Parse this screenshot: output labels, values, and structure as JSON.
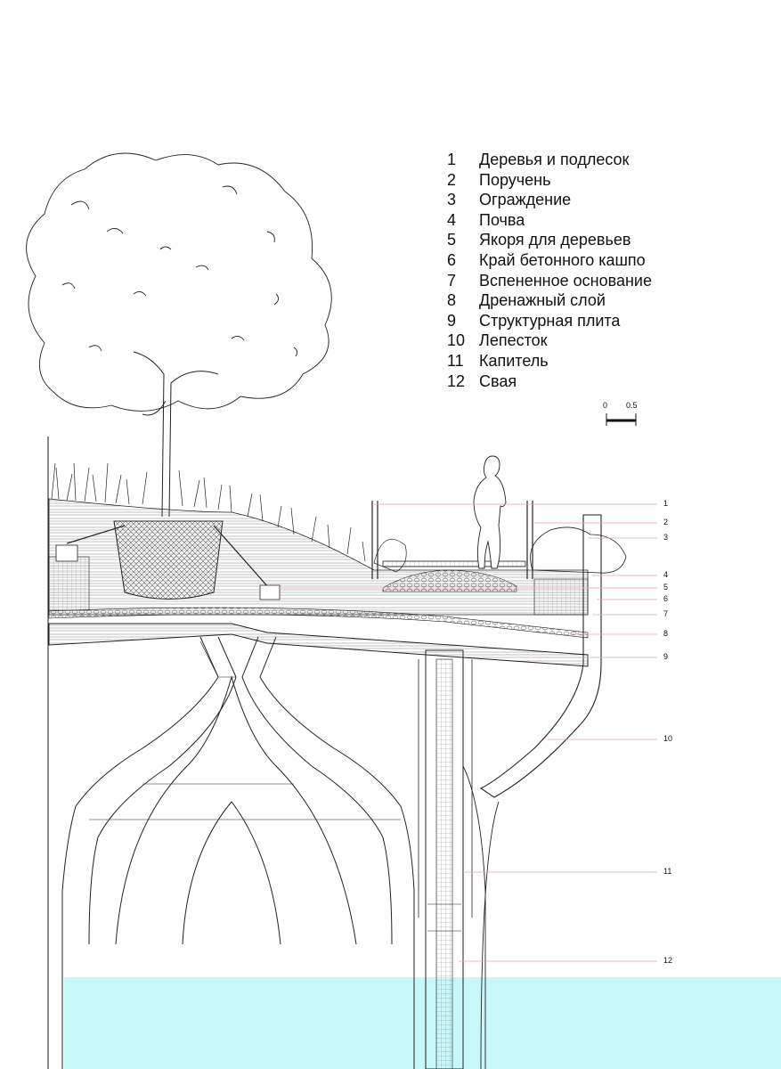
{
  "legend": [
    {
      "num": "1",
      "label": "Деревья и подлесок"
    },
    {
      "num": "2",
      "label": "Поручень"
    },
    {
      "num": "3",
      "label": "Ограждение"
    },
    {
      "num": "4",
      "label": "Почва"
    },
    {
      "num": "5",
      "label": "Якоря для деревьев"
    },
    {
      "num": "6",
      "label": "Край бетонного кашпо"
    },
    {
      "num": "7",
      "label": "Вспененное основание"
    },
    {
      "num": "8",
      "label": "Дренажный слой"
    },
    {
      "num": "9",
      "label": "Структурная плита"
    },
    {
      "num": "10",
      "label": "Лепесток"
    },
    {
      "num": "11",
      "label": "Капитель"
    },
    {
      "num": "12",
      "label": "Свая"
    }
  ],
  "scale": {
    "start": "0",
    "end": "0.5"
  },
  "callouts": [
    "1",
    "2",
    "3",
    "4",
    "5",
    "6",
    "7",
    "8",
    "9",
    "10",
    "11",
    "12"
  ],
  "colors": {
    "water": "#c8f7f7",
    "leader": "#e8a0a0",
    "line": "#1a1a1a"
  }
}
